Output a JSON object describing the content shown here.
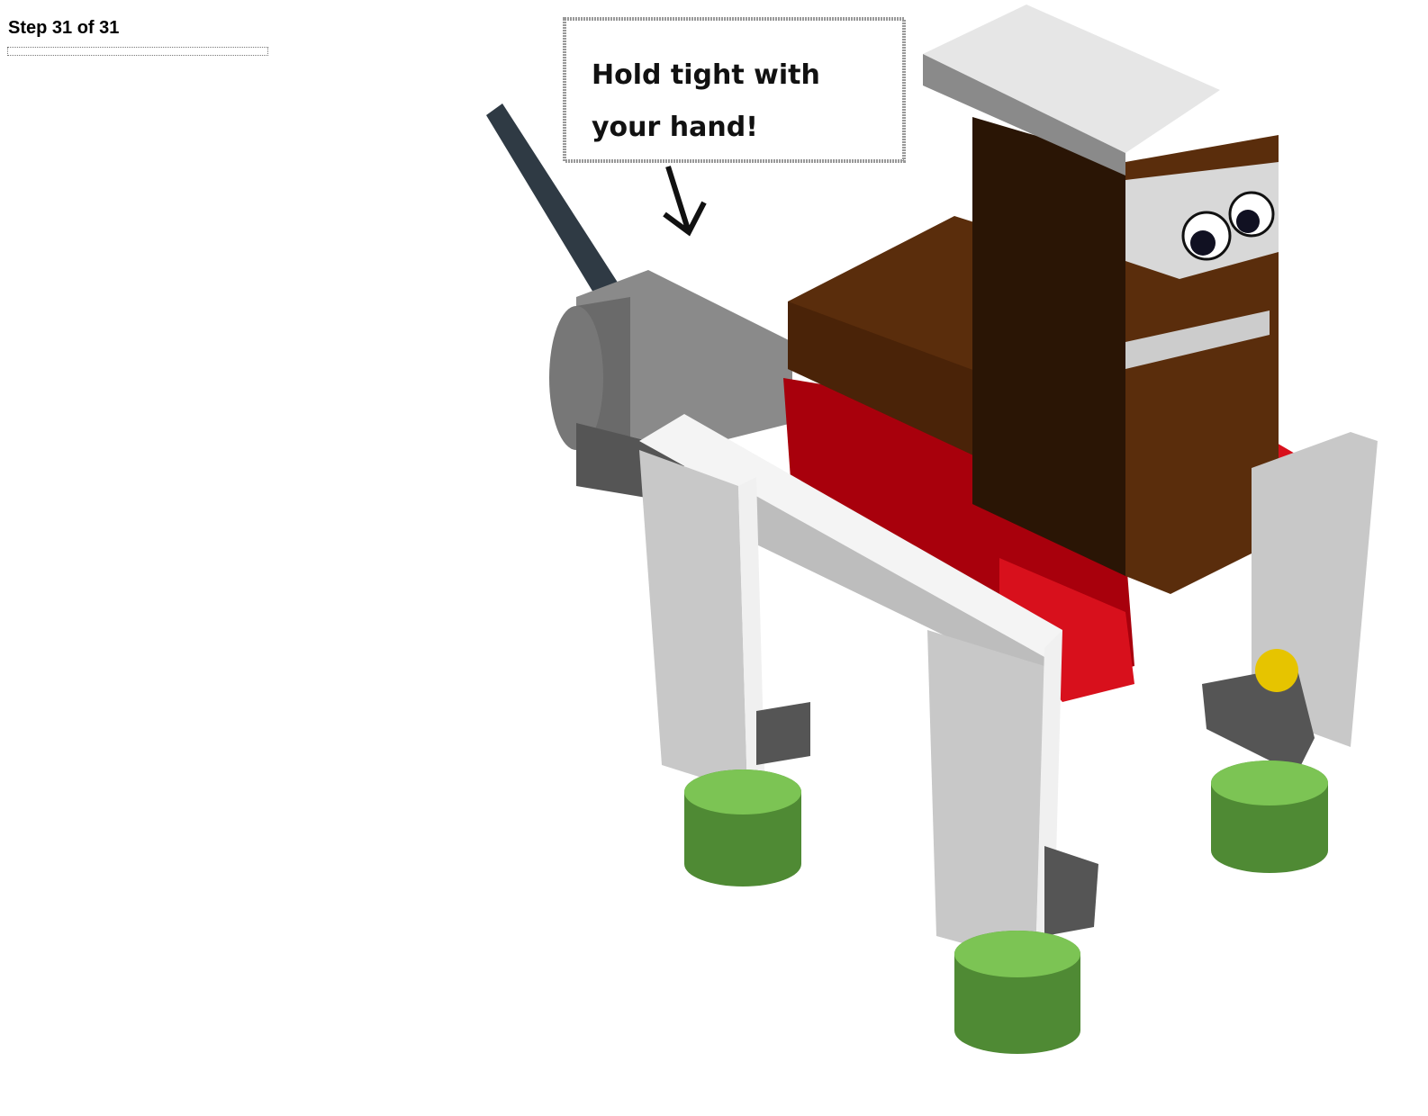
{
  "step": {
    "label": "Step 31 of 31",
    "current": 31,
    "total": 31
  },
  "progress": {
    "fraction": 0
  },
  "callout": {
    "line1": "Hold tight with",
    "line2": "your hand!"
  },
  "colors": {
    "brown": "#5a2d0c",
    "dark_brown": "#2a1505",
    "red": "#c8000e",
    "gray": "#9a9a9a",
    "light_gray": "#e2e2e2",
    "green": "#6ab04c"
  }
}
